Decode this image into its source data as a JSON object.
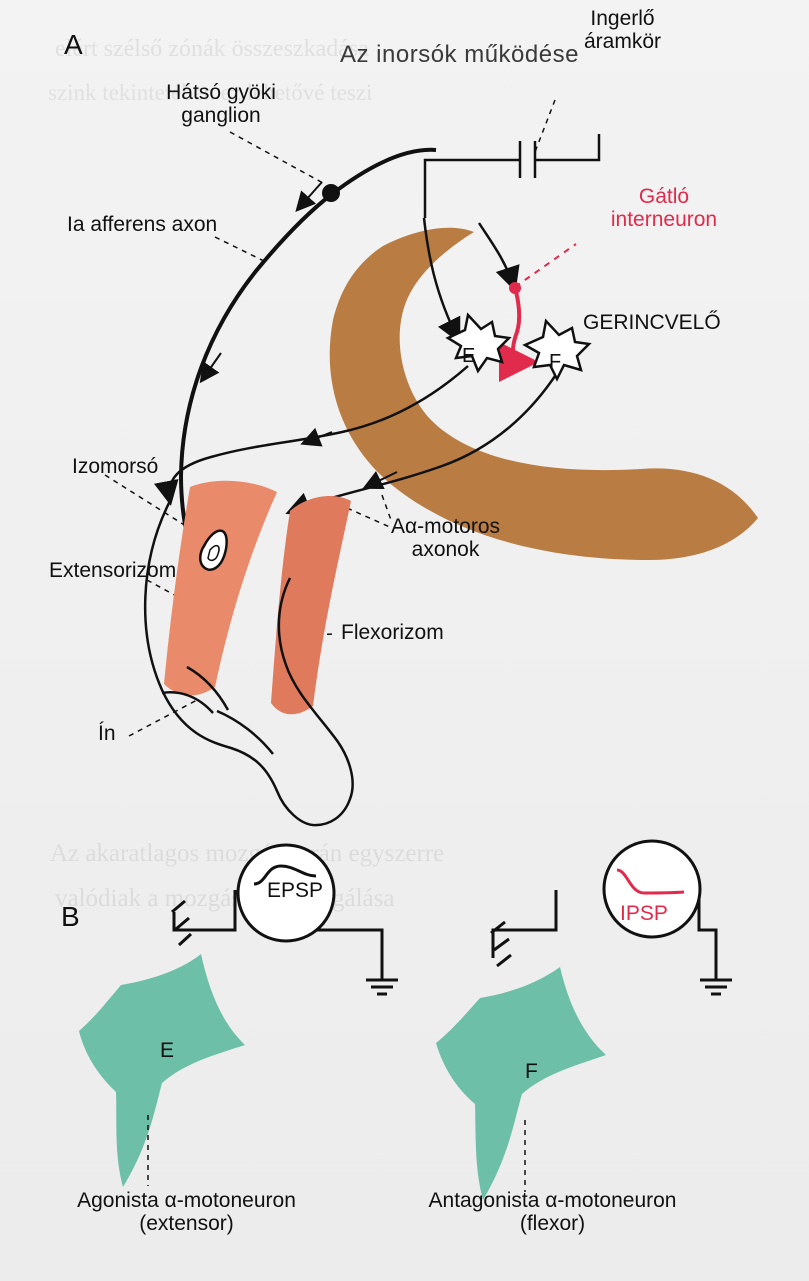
{
  "panel_a": {
    "letter": "A",
    "title": "Az inorsók működése",
    "labels": {
      "dorsal_root_ganglion": "Hátsó gyöki\nganglion",
      "excitatory_circuit": "Ingerlő\náramkör",
      "ia_afferent_axon": "Ia afferens axon",
      "inhibitory_interneuron": "Gátló\ninterneuron",
      "spinal_cord": "GERINCVELŐ",
      "muscle_spindle": "Izomorsó",
      "extensor_muscle": "Extensorizom",
      "alpha_motor_axons": "Aα-motoros\naxonok",
      "flexor_muscle": "Flexorizom",
      "tendon": "Ín",
      "neuron_e": "E",
      "neuron_f": "F"
    }
  },
  "panel_b": {
    "letter": "B",
    "left": {
      "potential_label": "EPSP",
      "neuron_label": "E",
      "caption": "Agonista α-motoneuron\n(extensor)"
    },
    "right": {
      "potential_label": "IPSP",
      "neuron_label": "F",
      "caption": "Antagonista α-motoneuron\n(flexor)"
    }
  },
  "colors": {
    "spinal_cord": "#b97d43",
    "muscle": "#e98b6b",
    "neuron": "#6dbfa8",
    "inhibitory": "#e02b4d",
    "line": "#111111"
  }
}
